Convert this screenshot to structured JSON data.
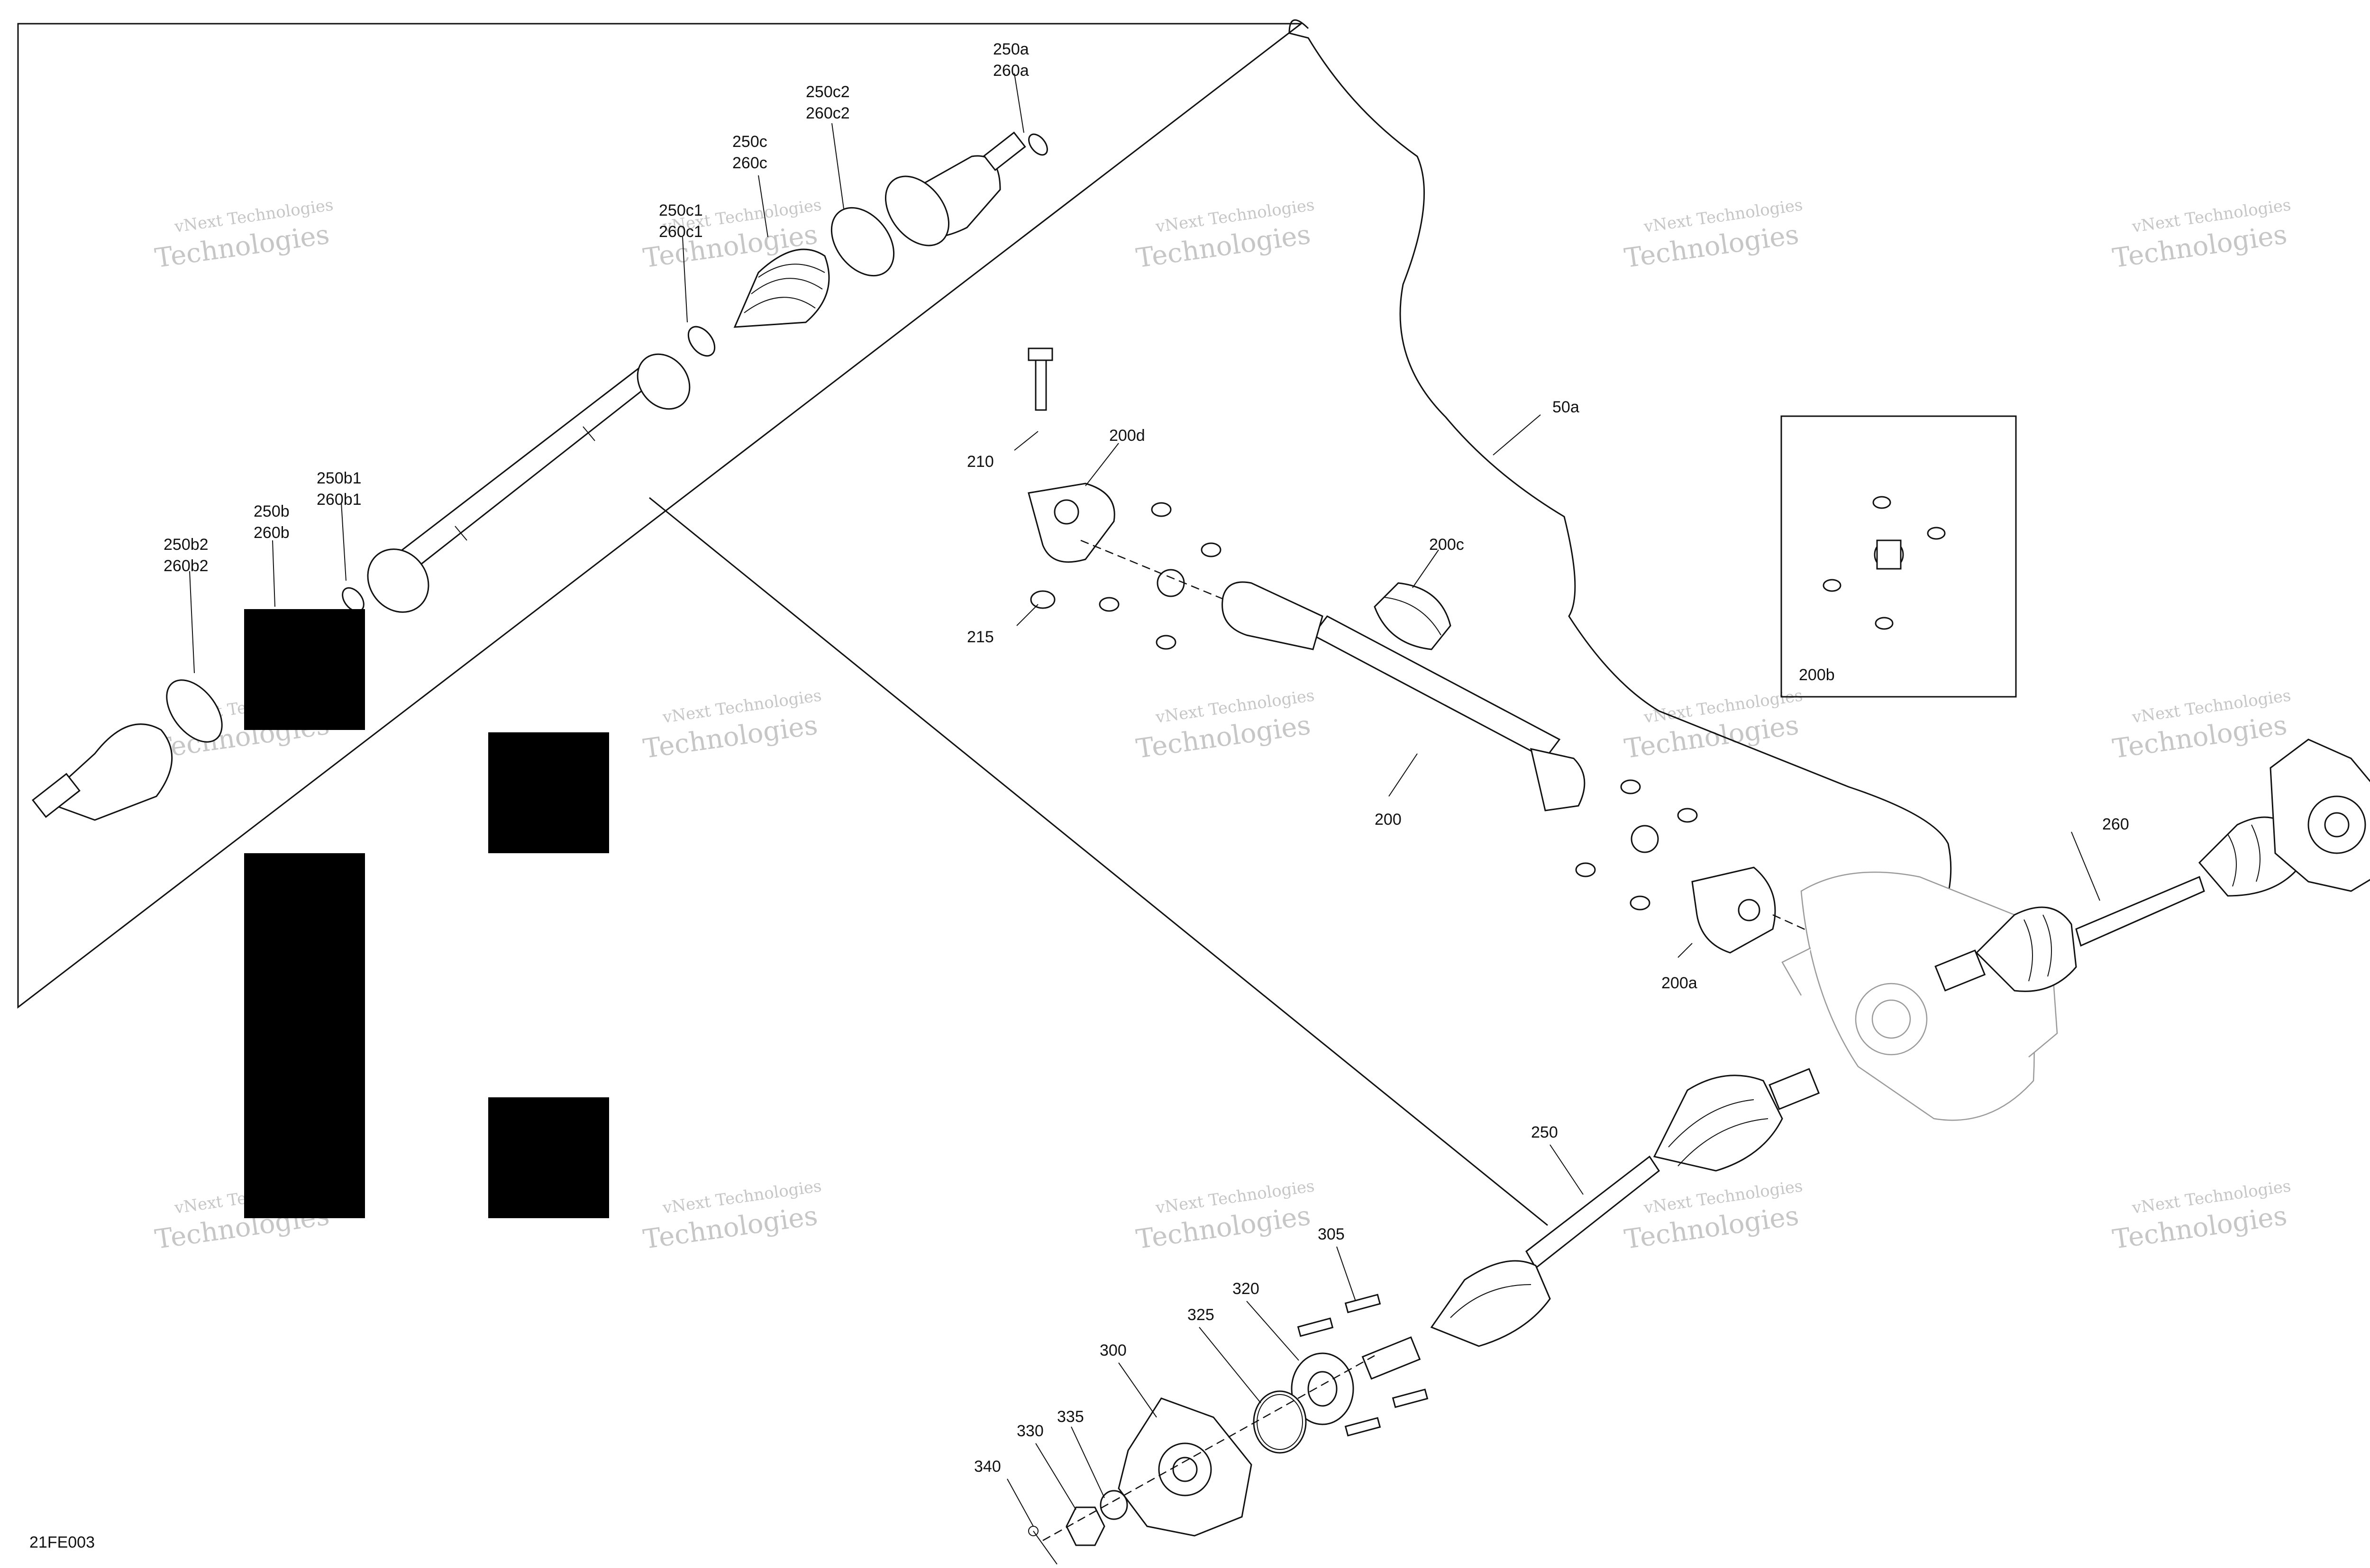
{
  "diagram_code": "21FE003",
  "watermark": {
    "line1": "vNext Technologies",
    "line2": "Technologies"
  },
  "callouts": {
    "c250a": "250a",
    "c260a": "260a",
    "c250c2": "250c2",
    "c260c2": "260c2",
    "c250c": "250c",
    "c260c": "260c",
    "c250c1": "250c1",
    "c260c1": "260c1",
    "c250b1": "250b1",
    "c260b1": "260b1",
    "c250b": "250b",
    "c260b": "260b",
    "c250b2": "250b2",
    "c260b2": "260b2",
    "c210": "210",
    "c200d": "200d",
    "c215": "215",
    "c200c": "200c",
    "c200": "200",
    "c200a": "200a",
    "c200b": "200b",
    "c50a": "50a",
    "c260": "260",
    "c250": "250",
    "c305": "305",
    "c320": "320",
    "c325": "325",
    "c300": "300",
    "c330": "330",
    "c335": "335",
    "c340": "340"
  }
}
